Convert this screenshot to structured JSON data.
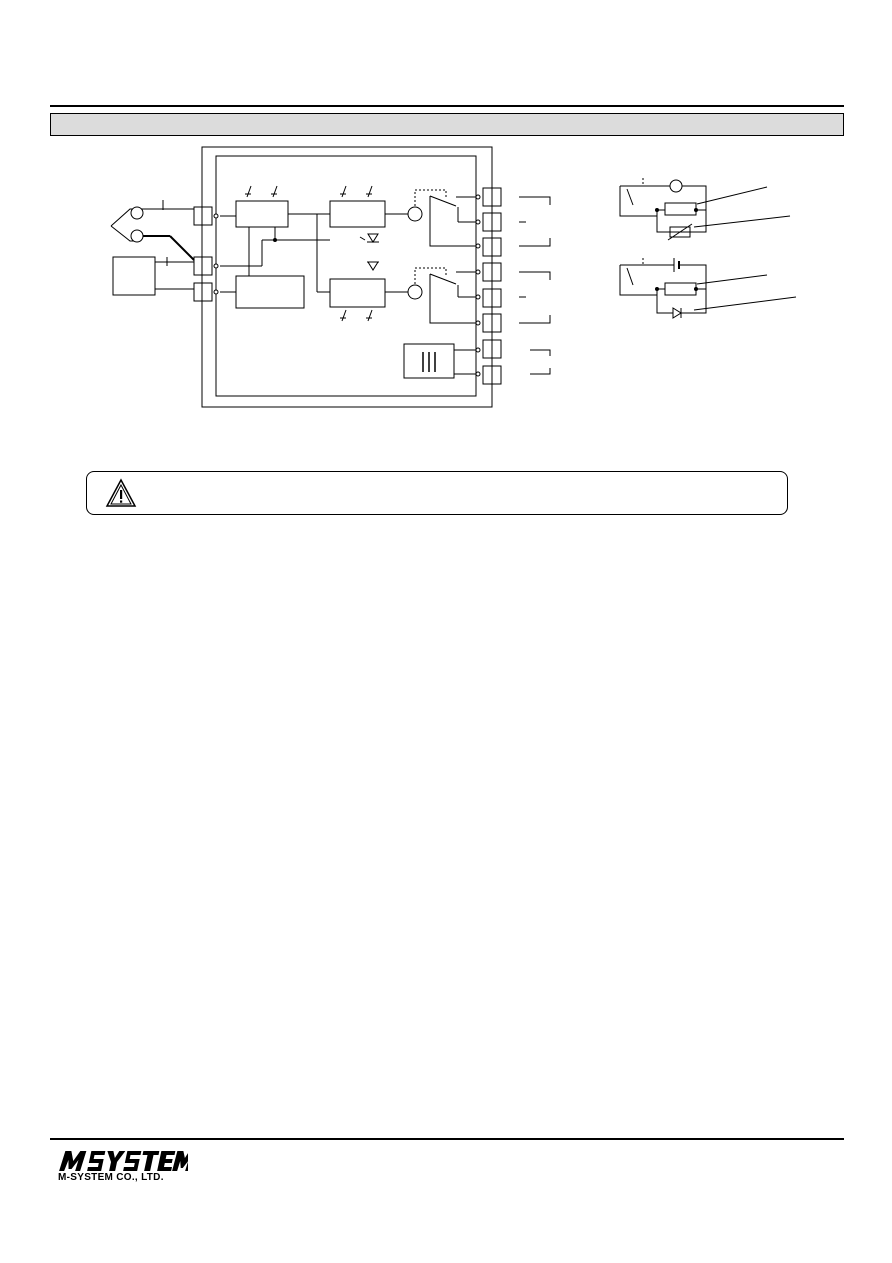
{
  "header": {
    "section_title": ""
  },
  "caution": {
    "icon": "warning-triangle-icon",
    "text": ""
  },
  "diagram": {
    "name": "schematic-block-diagram",
    "right_schematics": [
      "ac-load-schematic",
      "dc-load-schematic"
    ]
  },
  "footer": {
    "logo": "M-SYSTEM-logo",
    "company_name": "M-SYSTEM CO., LTD."
  }
}
